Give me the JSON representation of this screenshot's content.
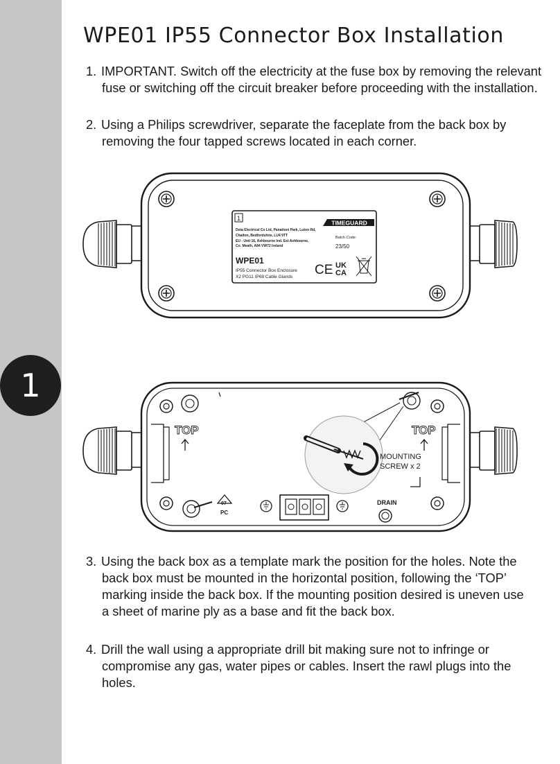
{
  "page": {
    "title": "WPE01 IP55 Connector Box Installation",
    "page_number": "1"
  },
  "steps": [
    {
      "num": "1.",
      "lines": [
        "IMPORTANT. Switch off the electricity at the fuse box by removing the relevant",
        "fuse or switching off the circuit breaker before proceeding with the installation."
      ]
    },
    {
      "num": "2.",
      "lines": [
        "Using a Philips screwdriver, separate the faceplate from the back box by",
        "removing the four tapped screws located in each corner."
      ]
    },
    {
      "num": "3.",
      "lines": [
        "Using the back box as a template mark the position for the holes. Note the",
        "back box must be mounted in the horizontal position, following the ‘TOP’",
        "marking inside the back box. If the mounting position desired is uneven use",
        "a sheet of marine ply as a base and fit the back box."
      ]
    },
    {
      "num": "4.",
      "lines": [
        "Drill the wall using a appropriate drill bit making sure not to infringe or",
        "compromise any gas, water pipes or cables. Insert the rawl plugs into the",
        "holes."
      ]
    }
  ],
  "label": {
    "index": "1",
    "brand": "TIMEGUARD",
    "address": [
      "Deta Electrical Co Ltd, Panattoni Park, Luton Rd,",
      "Chalton, Bedfordshire, LU4 9TT",
      "EU - Unit 16, Ashbourne Ind. Est Ashbourne,",
      "Co. Meath, A84 VW72 Ireland"
    ],
    "batch_label": "Batch Code:",
    "batch_code": "23/50",
    "model": "WPE01",
    "description": [
      "IP55 Connector Box Enclosure",
      "X2 PG11 IP68 Cable Glands"
    ],
    "ce_mark": "CE",
    "ukca_mark": [
      "UK",
      "CA"
    ]
  },
  "backbox": {
    "top_left": "TOP",
    "top_right": "TOP",
    "mounting": [
      "MOUNTING",
      "SCREW x 2"
    ],
    "drain": "DRAIN",
    "material": [
      "07",
      "PC"
    ]
  }
}
